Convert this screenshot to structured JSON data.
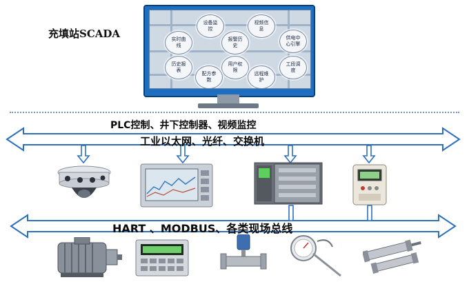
{
  "title": "充填站SCADA",
  "screen_modules": [
    {
      "id": "realtime",
      "label": "实时曲线"
    },
    {
      "id": "device",
      "label": "设备监控"
    },
    {
      "id": "alarm",
      "label": "报警历史"
    },
    {
      "id": "video",
      "label": "视频信息"
    },
    {
      "id": "dispatch",
      "label": "供电中心引擎"
    },
    {
      "id": "history",
      "label": "历史报表"
    },
    {
      "id": "user",
      "label": "用户权限"
    },
    {
      "id": "param",
      "label": "配方参数"
    },
    {
      "id": "remote",
      "label": "远程维护"
    },
    {
      "id": "process",
      "label": "工段调度"
    }
  ],
  "labels": {
    "top_devices": "PLC控制、井下控制器、视频监控",
    "network": "工业以太网、光纤、交换机",
    "fieldbus": "HART 、MODBUS、各类现场总线"
  },
  "colors": {
    "monitor_frame": "#1f6fc0",
    "arrow_stroke": "#2c6fbe",
    "arrow_fill": "#ffffff",
    "dotted_line": "#6b93c7"
  },
  "icons": {
    "camera": "dome-camera-icon",
    "hmi": "hmi-panel-icon",
    "plc": "plc-controller-icon",
    "meter": "gas-meter-icon",
    "motor": "electric-motor-icon",
    "indicator": "weighing-indicator-icon",
    "flowmeter": "flowmeter-icon",
    "thermometer": "thermometer-icon",
    "cylinder": "pneumatic-cylinder-icon"
  }
}
